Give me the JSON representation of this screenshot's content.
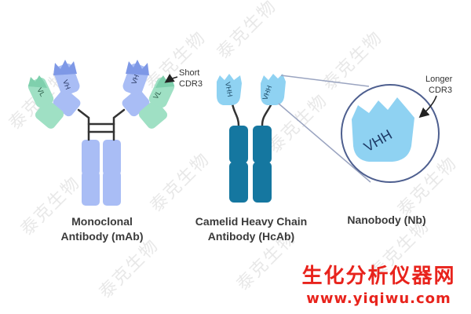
{
  "panels": {
    "mab": {
      "caption_line1": "Monoclonal",
      "caption_line2": "Antibody (mAb)",
      "vh_left": "VH",
      "vh_right": "VH",
      "vl_left": "VL",
      "vl_right": "VL",
      "callout": [
        "Short",
        "CDR3"
      ]
    },
    "hcab": {
      "caption_line1": "Camelid Heavy Chain",
      "caption_line2": "Antibody (HcAb)",
      "vhh_left": "VHH",
      "vhh_right": "VHH"
    },
    "nb": {
      "caption": "Nanobody (Nb)",
      "vhh": "VHH",
      "callout": [
        "Longer",
        "CDR3"
      ]
    }
  },
  "watermark": {
    "text": "泰克生物",
    "banner": "生化分析仪器网",
    "site": "www.yiqiwu.com"
  },
  "colors": {
    "heavy_chain": "#a9bdf5",
    "heavy_chain_dark": "#7e98e6",
    "light_chain": "#9fe0c4",
    "hcab_constant": "#1577a0",
    "vhh_domain": "#8fd2f2",
    "hinge": "#333333",
    "banner": "#e8231c"
  }
}
